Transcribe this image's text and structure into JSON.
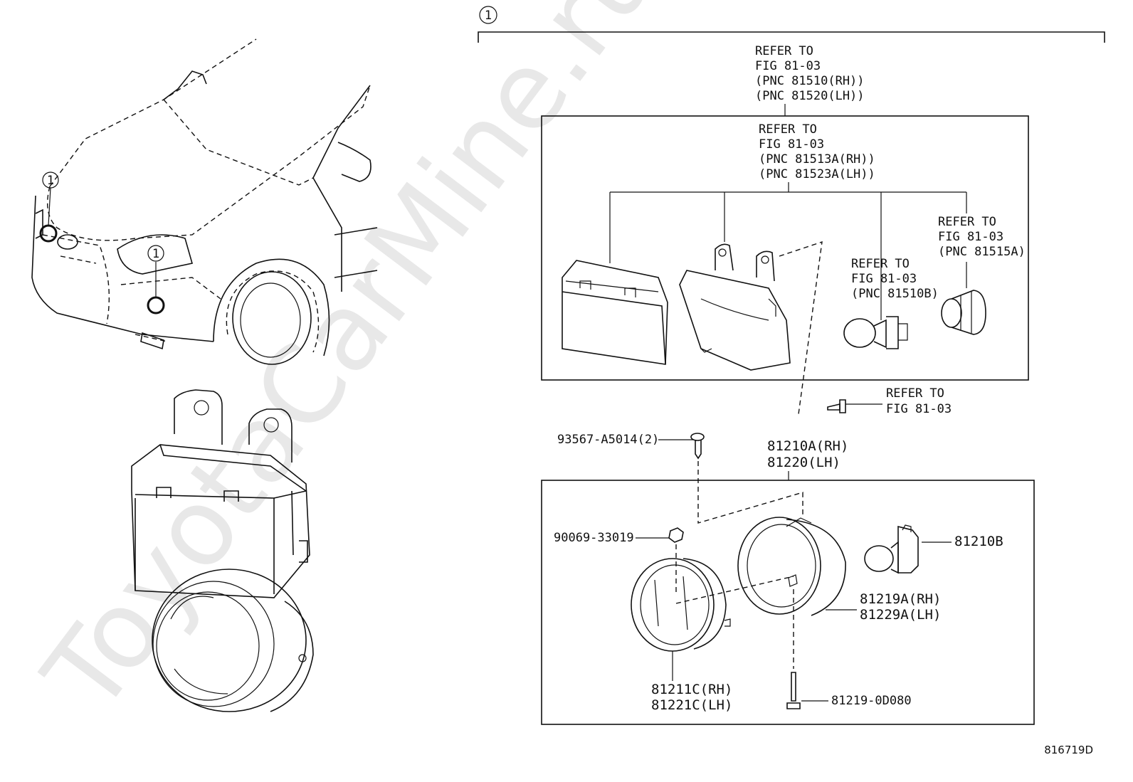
{
  "watermark": "ToyotaCarMine.ru",
  "diagram_id": "816719D",
  "assembly_marker": "1",
  "car_markers": [
    "1",
    "1"
  ],
  "refer_labels": {
    "headlamp_ref": [
      "REFER TO",
      "FIG 81-03",
      "(PNC 81510(RH))",
      "(PNC 81520(LH))"
    ],
    "lens_ref": [
      "REFER TO",
      "FIG 81-03",
      "(PNC 81513A(RH))",
      "(PNC 81523A(LH))"
    ],
    "socket_ref": [
      "REFER TO",
      "FIG 81-03",
      "(PNC 81515A)"
    ],
    "bulb_ref": [
      "REFER TO",
      "FIG 81-03",
      "(PNC 81510B)"
    ],
    "screw_ref": [
      "REFER TO",
      "FIG 81-03"
    ]
  },
  "parts": {
    "screw_tapping": "93567-A5014(2)",
    "fog_lamp_assy": [
      "81210A(RH)",
      "81220(LH)"
    ],
    "nut": "90069-33019",
    "bulb": "81210B",
    "housing": [
      "81219A(RH)",
      "81229A(LH)"
    ],
    "lens": [
      "81211C(RH)",
      "81221C(LH)"
    ],
    "adjust_screw": "81219-0D080"
  }
}
